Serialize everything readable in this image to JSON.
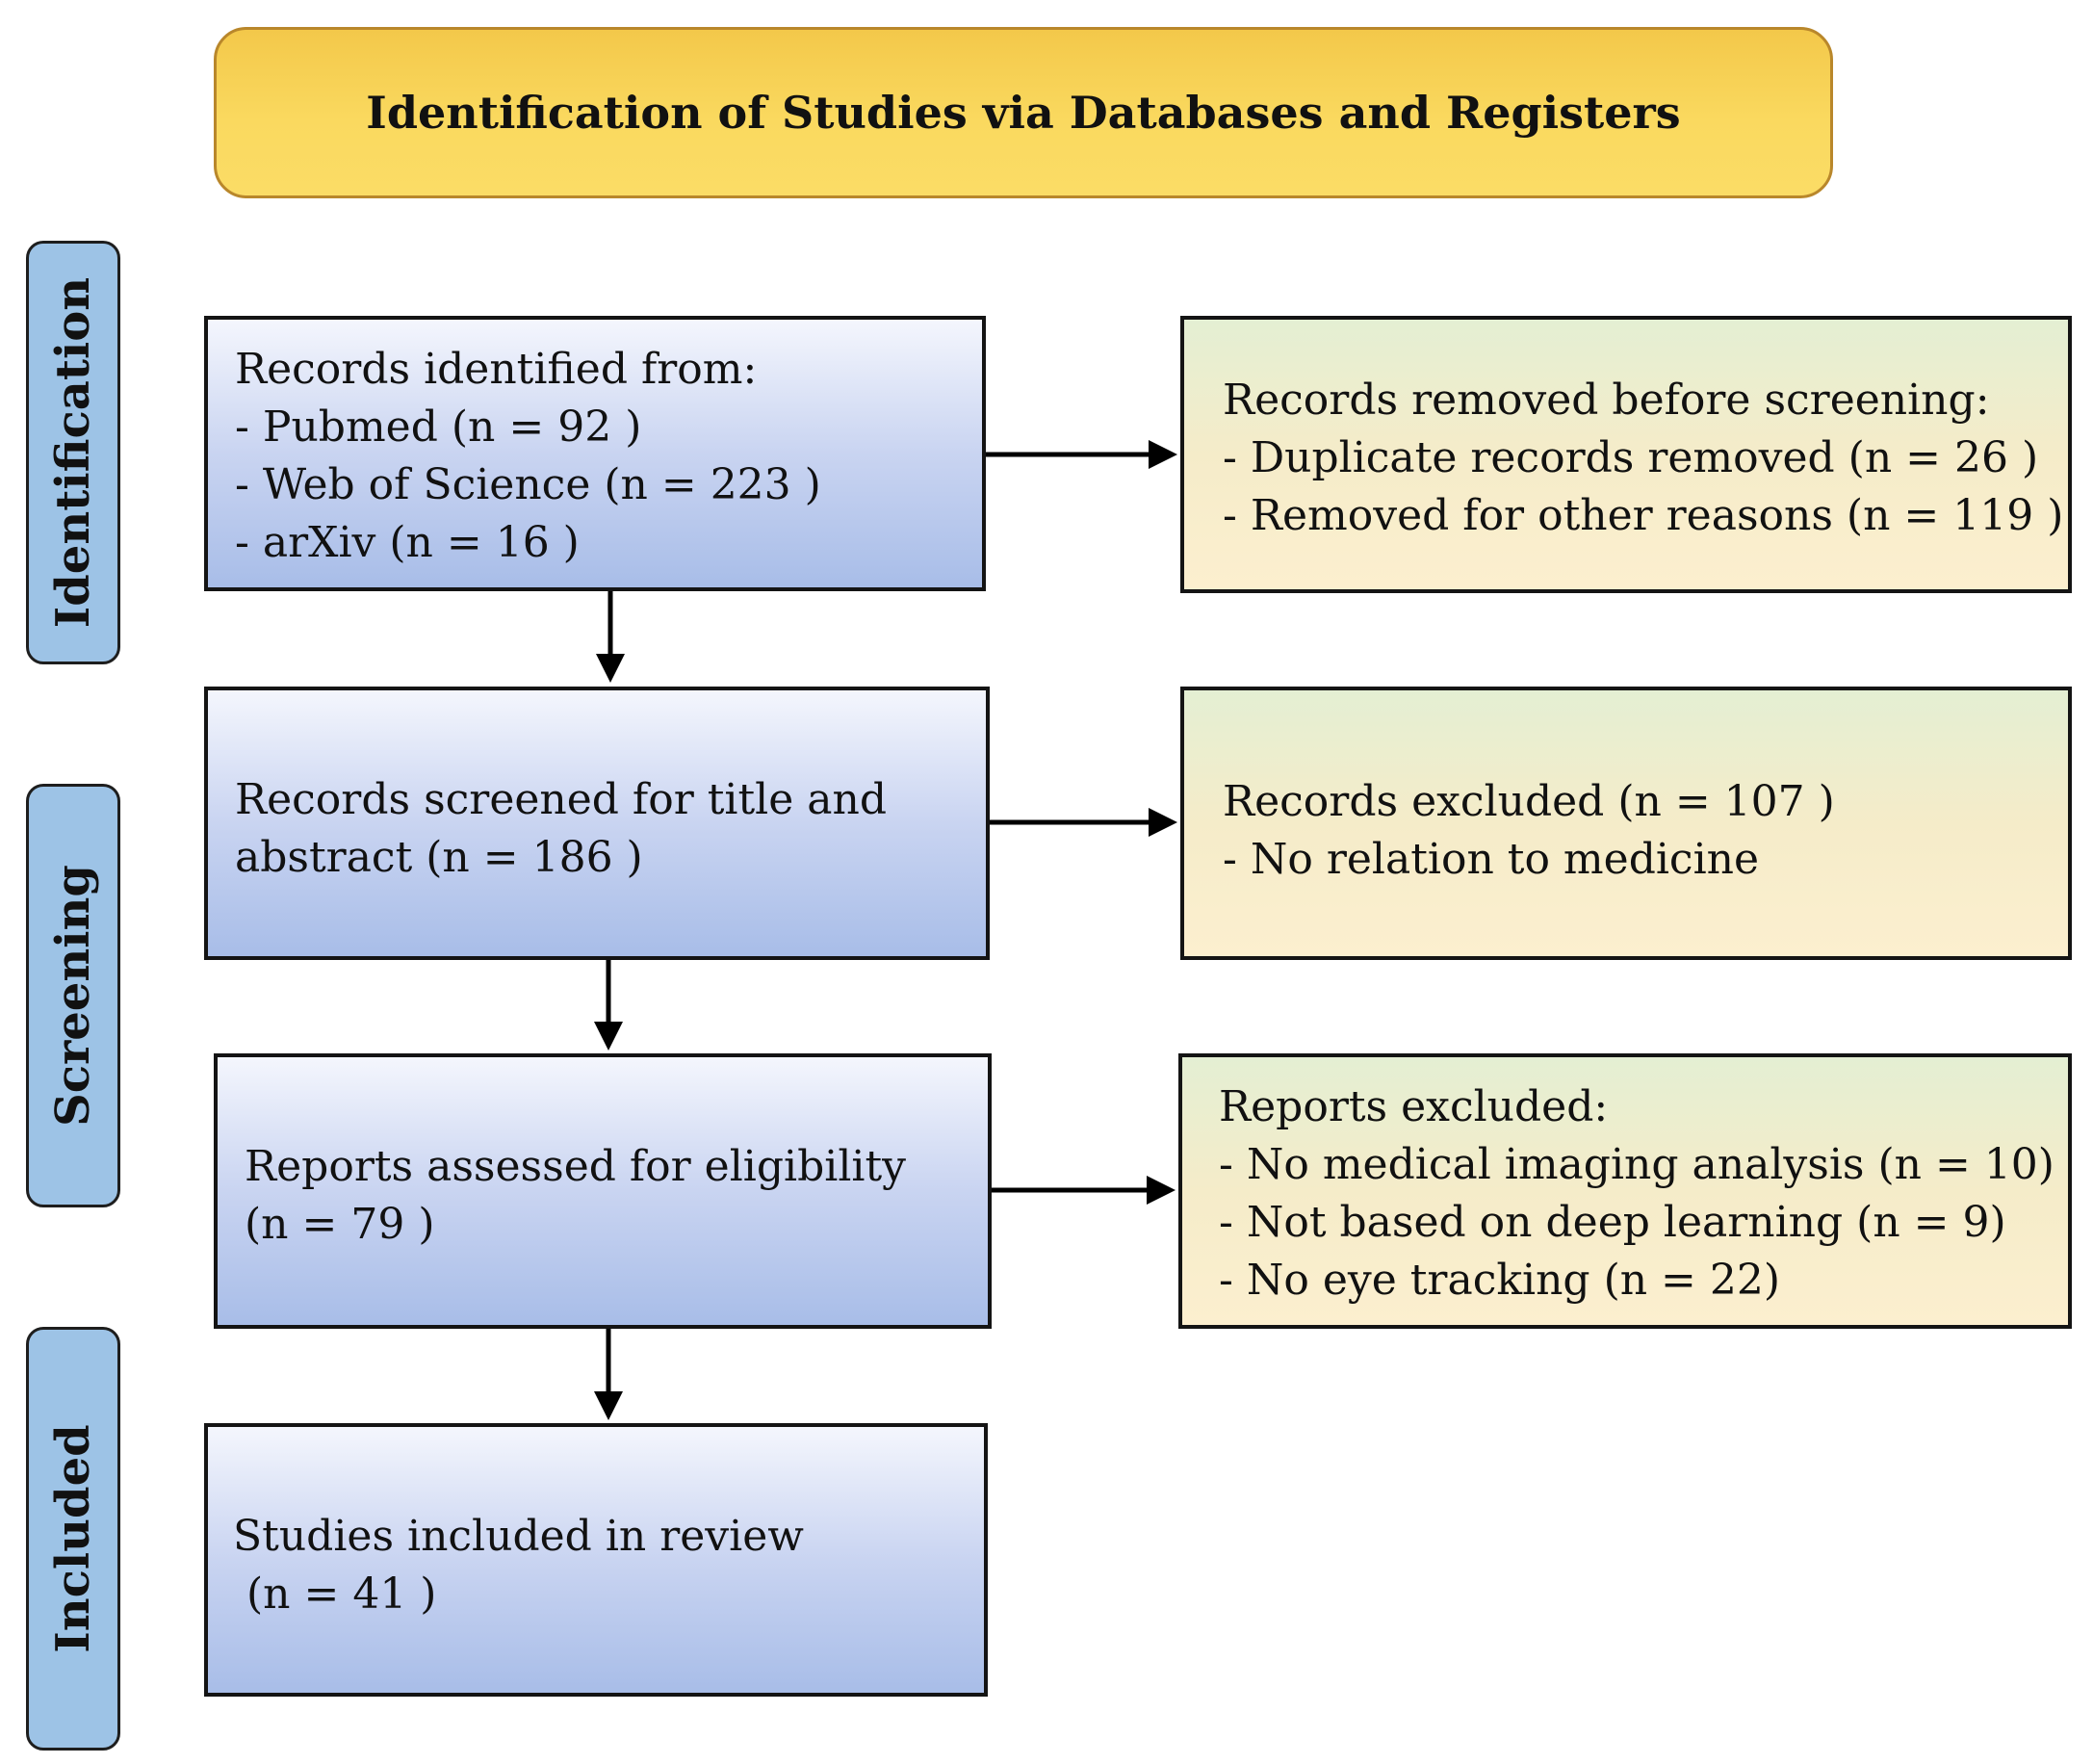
{
  "header": {
    "title": "Identification of Studies via Databases and Registers"
  },
  "phases": {
    "identification": "Identification",
    "screening": "Screening",
    "included": "Included"
  },
  "boxes": {
    "identified": {
      "title": "Records identified from:",
      "items": [
        "-  Pubmed (n = 92 )",
        "-  Web of Science (n = 223 )",
        "-  arXiv (n = 16 )"
      ]
    },
    "removed": {
      "title": "Records removed before screening:",
      "items": [
        "-  Duplicate records removed (n = 26 )",
        "-  Removed for other reasons (n = 119 )"
      ]
    },
    "screened": {
      "lines": [
        "Records screened for title and",
        "abstract (n = 186 )"
      ]
    },
    "excluded_records": {
      "title": "Records excluded (n = 107 )",
      "items": [
        "-  No relation to medicine"
      ]
    },
    "assessed": {
      "lines": [
        "Reports assessed for eligibility",
        "(n = 79 )"
      ]
    },
    "excluded_reports": {
      "title": "Reports excluded:",
      "items": [
        "-  No medical imaging analysis (n = 10)",
        "-  Not based on deep learning (n = 9)",
        "-  No eye tracking (n = 22)"
      ]
    },
    "included": {
      "lines": [
        "Studies included in review",
        " (n = 41 )"
      ]
    }
  },
  "colors": {
    "header_fill": "#fad95f",
    "phase_fill": "#9dc3e6",
    "flow_box_fill": "#a8bde8",
    "exclusion_box_fill": "#f5ecc9"
  }
}
